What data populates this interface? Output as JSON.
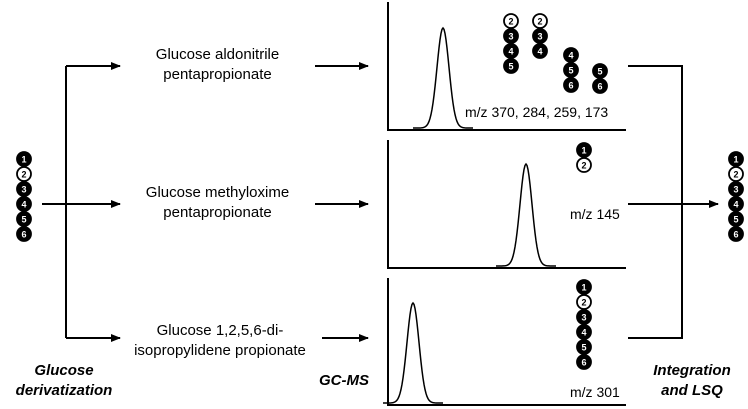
{
  "derivatives": [
    {
      "line1": "Glucose aldonitrile",
      "line2": "pentapropionate",
      "mz": "m/z 370, 284, 259, 173"
    },
    {
      "line1": "Glucose methyloxime",
      "line2": "pentapropionate",
      "mz": "m/z 145"
    },
    {
      "line1": "Glucose 1,2,5,6-di-",
      "line2": "isopropylidene propionate",
      "mz": "m/z 301"
    }
  ],
  "stages": {
    "left_line1": "Glucose",
    "left_line2": "derivatization",
    "middle": "GC-MS",
    "right_line1": "Integration",
    "right_line2": "and LSQ"
  },
  "chains": {
    "input": {
      "labels": [
        "1",
        "2",
        "3",
        "4",
        "5",
        "6"
      ],
      "open": [
        "2"
      ]
    },
    "output": {
      "labels": [
        "1",
        "2",
        "3",
        "4",
        "5",
        "6"
      ],
      "open": [
        "2"
      ]
    },
    "panel1": [
      {
        "labels": [
          "2",
          "3",
          "4",
          "5"
        ],
        "open": [
          "2"
        ]
      },
      {
        "labels": [
          "2",
          "3",
          "4"
        ],
        "open": [
          "2"
        ]
      },
      {
        "labels": [
          "4",
          "5",
          "6"
        ],
        "open": []
      },
      {
        "labels": [
          "5",
          "6"
        ],
        "open": []
      }
    ],
    "panel2": [
      {
        "labels": [
          "1",
          "2"
        ],
        "open": [
          "2"
        ]
      }
    ],
    "panel3": [
      {
        "labels": [
          "1",
          "2",
          "3",
          "4",
          "5",
          "6"
        ],
        "open": [
          "2"
        ]
      }
    ]
  },
  "colors": {
    "filled": "#000000",
    "open": "#ffffff",
    "stroke": "#000000"
  }
}
